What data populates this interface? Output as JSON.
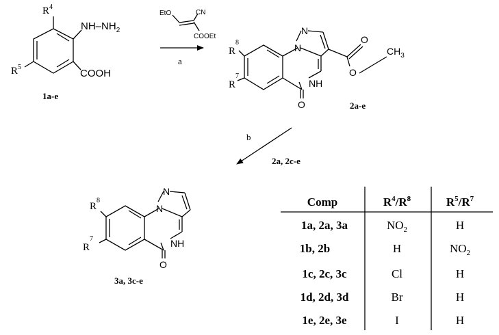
{
  "reactant": {
    "r4": "R",
    "r4_sup": "4",
    "r5": "R",
    "r5_sup": "5",
    "hydrazine": "NH–NH",
    "hydrazine_sub": "2",
    "acid": "COOH",
    "label": "1a-e"
  },
  "reagent": {
    "eto": "EtO",
    "cn": "CN",
    "ester": "COOEt"
  },
  "step_a": {
    "label": "a"
  },
  "intermediate": {
    "r8": "R",
    "r8_sup": "8",
    "r7": "R",
    "r7_sup": "7",
    "n_ring": "N",
    "n_bridge": "N",
    "nh": "N",
    "nh_h": "H",
    "carbonyl_o": "O",
    "ester_o_double": "O",
    "ester_o_single": "O",
    "ch3": "CH",
    "ch3_sub": "3",
    "label": "2a-e"
  },
  "step_b": {
    "label": "b",
    "substrates": "2a, 2c-e"
  },
  "product": {
    "r8": "R",
    "r8_sup": "8",
    "r7": "R",
    "r7_sup": "7",
    "n_ring": "N",
    "n_bridge": "N",
    "nh": "N",
    "nh_h": "H",
    "carbonyl_o": "O",
    "label": "3a, 3c-e"
  },
  "table": {
    "headers": [
      {
        "text": "Comp"
      },
      {
        "base1": "R",
        "sup1": "4",
        "sep": "/",
        "base2": "R",
        "sup2": "8"
      },
      {
        "base1": "R",
        "sup1": "5",
        "sep": "/",
        "base2": "R",
        "sup2": "7"
      }
    ],
    "rows": [
      {
        "comp": "1a, 2a, 3a",
        "r48": "NO",
        "r48_sub": "2",
        "r57": "H",
        "r57_sub": ""
      },
      {
        "comp": "1b, 2b",
        "r48": "H",
        "r48_sub": "",
        "r57": "NO",
        "r57_sub": "2"
      },
      {
        "comp": "1c, 2c, 3c",
        "r48": "Cl",
        "r48_sub": "",
        "r57": "H",
        "r57_sub": ""
      },
      {
        "comp": "1d, 2d, 3d",
        "r48": "Br",
        "r48_sub": "",
        "r57": "H",
        "r57_sub": ""
      },
      {
        "comp": "1e, 2e, 3e",
        "r48": "I",
        "r48_sub": "",
        "r57": "H",
        "r57_sub": ""
      }
    ]
  }
}
